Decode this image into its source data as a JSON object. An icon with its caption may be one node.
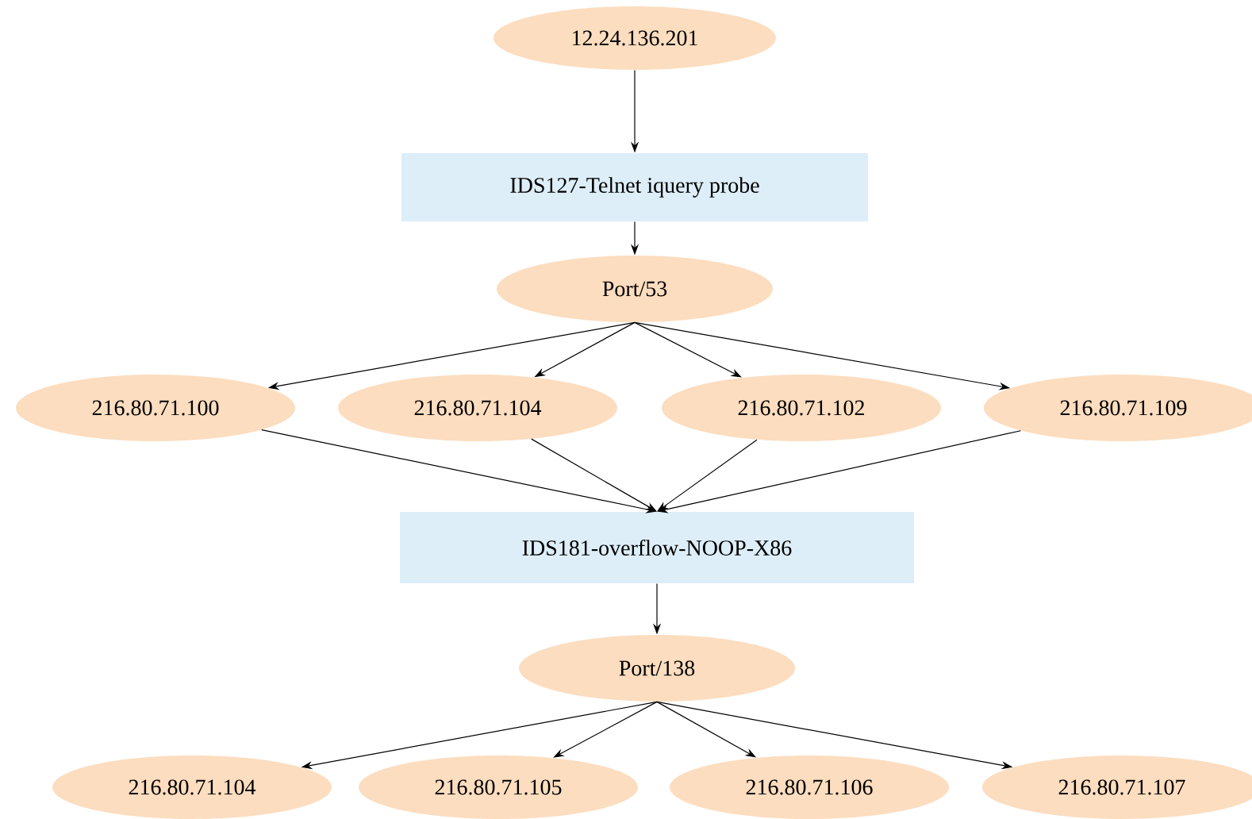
{
  "diagram": {
    "nodes": [
      {
        "text": [
          "12.24.136.201"
        ]
      },
      {
        "text": [
          "IDS127-Telnet iquery probe"
        ]
      },
      {
        "text": [
          "Port/53"
        ]
      },
      {
        "text": [
          "216.80.71.100"
        ]
      },
      {
        "text": [
          "216.80.71.104"
        ]
      },
      {
        "text": [
          "216.80.71.102"
        ]
      },
      {
        "text": [
          "216.80.71.109"
        ]
      },
      {
        "text": [
          "IDS181-overflow-NOOP-X86"
        ]
      },
      {
        "text": [
          "Port/138"
        ]
      },
      {
        "text": [
          "216.80.71.104"
        ]
      },
      {
        "text": [
          "216.80.71.105"
        ]
      },
      {
        "text": [
          "216.80.71.106"
        ]
      },
      {
        "text": [
          "216.80.71.107"
        ]
      }
    ],
    "edges": [
      {
        "from": 0,
        "to": 1,
        "arrow": "to"
      },
      {
        "from": 1,
        "to": 2,
        "arrow": "to"
      },
      {
        "from": 2,
        "to": 3,
        "arrow": "to"
      },
      {
        "from": 2,
        "to": 4,
        "arrow": "to"
      },
      {
        "from": 2,
        "to": 5,
        "arrow": "to"
      },
      {
        "from": 2,
        "to": 6,
        "arrow": "to"
      },
      {
        "from": 3,
        "to": 7,
        "arrow": "to"
      },
      {
        "from": 4,
        "to": 7,
        "arrow": "to"
      },
      {
        "from": 5,
        "to": 7,
        "arrow": "to"
      },
      {
        "from": 6,
        "to": 7,
        "arrow": "to"
      },
      {
        "from": 7,
        "to": 8,
        "arrow": "to"
      },
      {
        "from": 8,
        "to": 9,
        "arrow": "to"
      },
      {
        "from": 8,
        "to": 10,
        "arrow": "to"
      },
      {
        "from": 8,
        "to": 11,
        "arrow": "to"
      },
      {
        "from": 8,
        "to": 12,
        "arrow": "to"
      }
    ]
  }
}
